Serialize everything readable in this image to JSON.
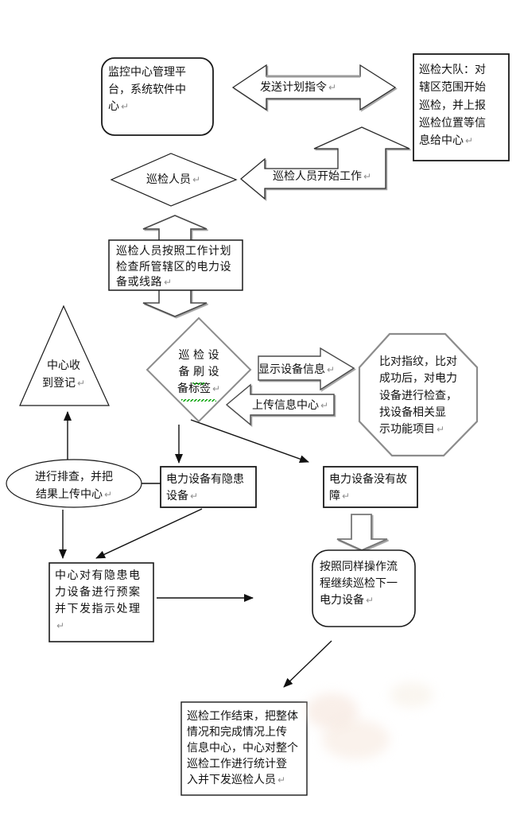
{
  "marks": {
    "return_mark": "↵"
  },
  "colors": {
    "outline_black": "#1a1a1a",
    "autoshape_gray": "#8c8c8c",
    "shadow_gray": "#9a9a9a",
    "squiggle_green": "#00a000",
    "return_mark_gray": "#909090"
  },
  "nodes": {
    "monitor_center": {
      "text": "监控中心管理平\n台，系统软件中\n心"
    },
    "send_plan_arrow": {
      "text": "发送计划指令"
    },
    "patrol_team": {
      "text": "巡检大队：对\n辖区范围开始\n巡检，并上报\n巡检位置等信\n息给中心"
    },
    "patrol_staff": {
      "text": "巡检人员"
    },
    "start_work_arrow": {
      "text": "巡检人员开始工作"
    },
    "work_plan": {
      "text": "巡检人员按照工作计划\n检查所管辖区的电力设\n备或线路"
    },
    "swipe_tag": {
      "text": "巡 检 设\n备 刷 设\n备标签"
    },
    "show_info_arrow": {
      "text": "显示设备信息"
    },
    "upload_center_arrow": {
      "text": "上传信息中心"
    },
    "fingerprint_check": {
      "text": "比对指纹，比对\n成功后，对电力\n设备进行检查，\n找设备相关显\n示功能项目"
    },
    "center_register": {
      "text": "中心收\n到登记"
    },
    "investigate": {
      "text": "进行排查，并把\n结果上传中心"
    },
    "device_danger": {
      "text": "电力设备有隐患\n设备"
    },
    "device_ok": {
      "text": "电力设备没有故\n障"
    },
    "center_plan": {
      "text": "中心对有隐患电\n力设备进行预案\n并下发指示处理"
    },
    "continue_patrol": {
      "text": "按照同样操作流\n程继续巡检下一\n电力设备"
    },
    "work_end": {
      "text": "巡检工作结束，把整体\n情况和完成情况上传\n信息中心，中心对整个\n巡检工作进行统计登\n入并下发巡检人员"
    }
  }
}
